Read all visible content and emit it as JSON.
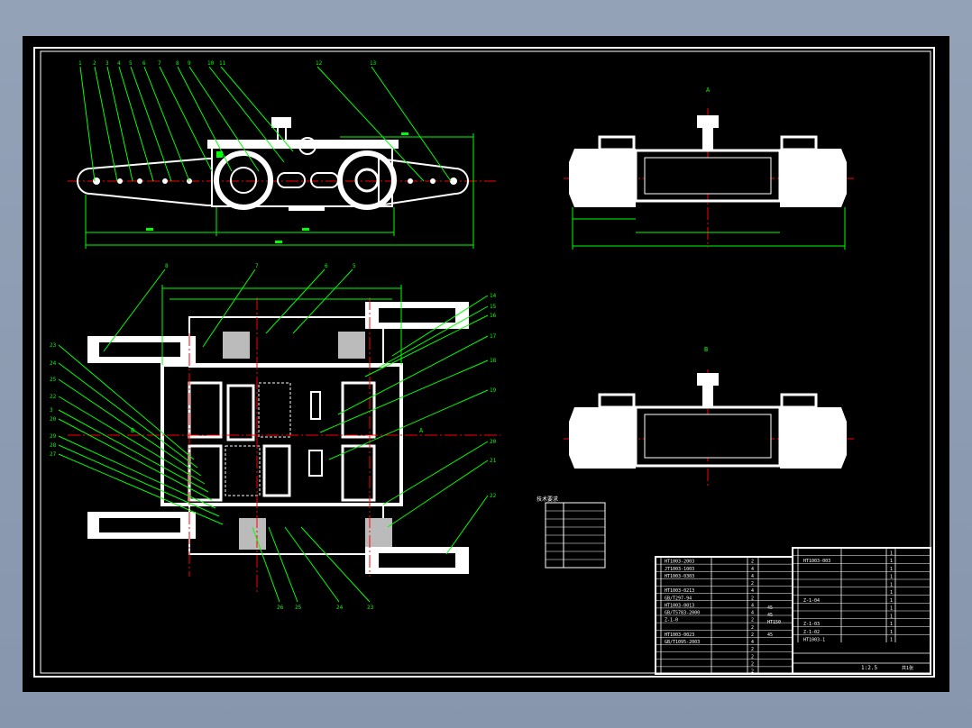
{
  "colors": {
    "background": "#000000",
    "frame": "#ffffff",
    "leader": "#00ff00",
    "centerline": "#ff0000",
    "dimension": "#00ff00",
    "window": "#8f9db3"
  },
  "top_view": {
    "part_numbers": [
      "1",
      "2",
      "3",
      "4",
      "5",
      "6",
      "7",
      "8",
      "9",
      "10",
      "11",
      "12",
      "13"
    ]
  },
  "plan_view": {
    "part_numbers_right": [
      "14",
      "15",
      "16",
      "17",
      "18",
      "19",
      "20",
      "21",
      "22"
    ],
    "part_numbers_left": [
      "23",
      "24",
      "25",
      "22",
      "3",
      "20",
      "29",
      "28",
      "27"
    ],
    "part_numbers_bottom": [
      "26",
      "25",
      "24",
      "23"
    ],
    "section_marks": [
      "B",
      "A"
    ]
  },
  "section_views": {
    "upper_label": "A",
    "lower_label": "B"
  },
  "notes_table": {
    "heading": "技术要求",
    "rows": 8
  },
  "title_block": {
    "left_rows": [
      {
        "code": "HT1003-2003",
        "qty": "2"
      },
      {
        "code": "JT1003-1003",
        "qty": "4"
      },
      {
        "code": "HT1003-0303",
        "qty": "4"
      },
      {
        "code": "",
        "qty": "2"
      },
      {
        "code": "HT1003-0213",
        "qty": "4"
      },
      {
        "code": "GB/T297-94",
        "qty": "2"
      },
      {
        "code": "HT1003-0013",
        "qty": "4"
      },
      {
        "code": "GB/T5783-2000",
        "qty": "4"
      },
      {
        "code": "Z-1-0",
        "qty": "2"
      },
      {
        "code": "",
        "qty": "2"
      },
      {
        "code": "HT1003-0023",
        "qty": "2"
      },
      {
        "code": "GB/T1095-2003",
        "qty": "4"
      },
      {
        "code": "",
        "qty": "2"
      },
      {
        "code": "",
        "qty": "2"
      },
      {
        "code": "",
        "qty": "2"
      },
      {
        "code": "",
        "qty": "2"
      }
    ],
    "material_notes": [
      "45",
      "45",
      "HT150",
      "45"
    ],
    "right_rows": [
      {
        "code": "",
        "qty": "1"
      },
      {
        "code": "HT1003-003",
        "qty": "1"
      },
      {
        "code": "",
        "qty": "1"
      },
      {
        "code": "",
        "qty": "1"
      },
      {
        "code": "",
        "qty": "1"
      },
      {
        "code": "",
        "qty": "1"
      },
      {
        "code": "Z-1-04",
        "qty": "1"
      },
      {
        "code": "",
        "qty": "1"
      },
      {
        "code": "",
        "qty": "1"
      },
      {
        "code": "Z-1-03",
        "qty": "1"
      },
      {
        "code": "Z-1-02",
        "qty": "1"
      },
      {
        "code": "HT1003-1",
        "qty": "1"
      }
    ],
    "scale": "1:2.5",
    "sheet": "共1张"
  }
}
